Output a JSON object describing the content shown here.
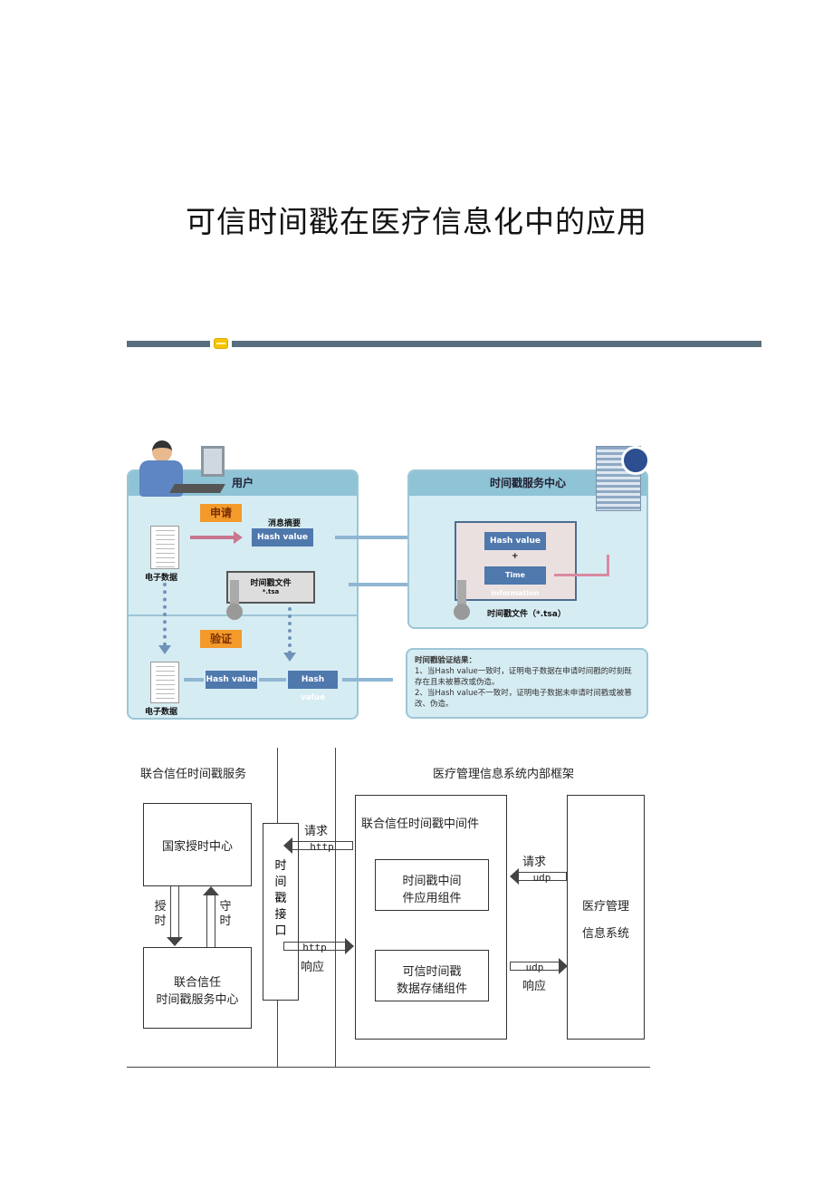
{
  "title": "可信时间戳在医疗信息化中的应用",
  "diagram1": {
    "user_panel": "用户",
    "apply": "申请",
    "digest": "消息摘要",
    "hash": "Hash value",
    "e_data": "电子数据",
    "ts_file": "时间戳文件",
    "ts_ext": "*.tsa",
    "verify": "验证",
    "center_panel": "时间戳服务中心",
    "plus": "+",
    "time_info": "Time information",
    "ts_file_full": "时间戳文件（*.tsa）",
    "result_title": "时间戳验证结果：",
    "result_1": "1、当Hash value一致时，证明电子数据在申请时间戳的时刻既存在且未被篡改或伪造。",
    "result_2": "2、当Hash value不一致时，证明电子数据未申请时间戳或被篡改、伪造。"
  },
  "diagram2": {
    "left_title": "联合信任时间戳服务",
    "right_title": "医疗管理信息系统内部框架",
    "ntsc": "国家授时中心",
    "service_center_1": "联合信任",
    "service_center_2": "时间戳服务中心",
    "timing": "授时",
    "keeping": "守时",
    "interface": "时间戳接口",
    "middleware": "联合信任时间戳中间件",
    "comp1_1": "时间戳中间",
    "comp1_2": "件应用组件",
    "comp2_1": "可信时间戳",
    "comp2_2": "数据存储组件",
    "his_1": "医疗管理",
    "his_2": "信息系统",
    "request": "请求",
    "response": "响应",
    "http": "http",
    "udp": "udp"
  }
}
